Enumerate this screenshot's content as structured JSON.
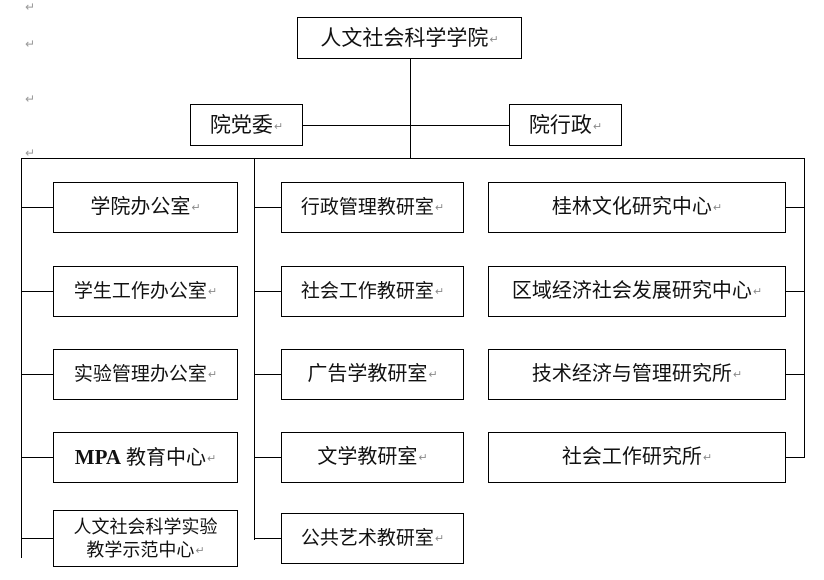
{
  "document": {
    "type": "organizational-chart",
    "language": "zh-CN",
    "pilcrow": "↵"
  },
  "chart_data": {
    "type": "diagram",
    "title": "人文社会科学学院",
    "levels": 3
  },
  "root": {
    "label": "人文社会科学学院"
  },
  "level2": {
    "left": {
      "label": "院党委"
    },
    "right": {
      "label": "院行政"
    }
  },
  "columns": {
    "administration": {
      "items": [
        {
          "label": "学院办公室"
        },
        {
          "label": "学生工作办公室"
        },
        {
          "label": "实验管理办公室"
        },
        {
          "label_prefix": "MPA",
          "label": "教育中心"
        },
        {
          "label": "人文社会科学实验\n教学示范中心"
        }
      ]
    },
    "teaching": {
      "items": [
        {
          "label": "行政管理教研室"
        },
        {
          "label": "社会工作教研室"
        },
        {
          "label": "广告学教研室"
        },
        {
          "label": "文学教研室"
        },
        {
          "label": "公共艺术教研室"
        }
      ]
    },
    "research": {
      "items": [
        {
          "label": "桂林文化研究中心"
        },
        {
          "label": "区域经济社会发展研究中心"
        },
        {
          "label": "技术经济与管理研究所"
        },
        {
          "label": "社会工作研究所"
        }
      ]
    }
  },
  "margin_marks": [
    {
      "symbol": "↵"
    },
    {
      "symbol": "↵"
    },
    {
      "symbol": "↵"
    },
    {
      "symbol": "↵"
    },
    {
      "symbol": "↵"
    }
  ]
}
